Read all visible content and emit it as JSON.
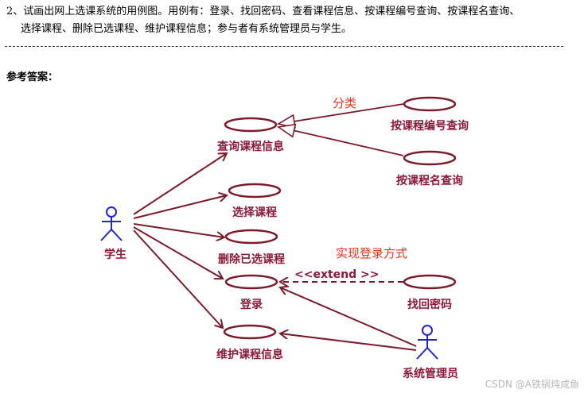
{
  "question": {
    "line1": "2、试画出网上选课系统的用例图。用例有：登录、找回密码、查看课程信息、按课程编号查询、按课程名查询、",
    "line2": "选择课程、删除已选课程、维护课程信息；参与者有系统管理员与学生。"
  },
  "answer_label": "参考答案：",
  "actors": {
    "student": "学生",
    "admin": "系统管理员"
  },
  "use_cases": {
    "view_course_info": "查询课程信息",
    "select_course": "选择课程",
    "delete_selected_course": "删除已选课程",
    "login": "登录",
    "maintain_course_info": "维护课程信息",
    "query_by_course_number": "按课程编号查询",
    "query_by_course_name": "按课程名查询",
    "retrieve_password": "找回密码"
  },
  "notes": {
    "classification": "分类",
    "login_method": "实现登录方式",
    "extend": "<<extend >>"
  },
  "colors": {
    "relation": "#7b1a2a",
    "usecase_label": "#8b1a3a",
    "actor": "#2323d0",
    "note": "#e8321e"
  },
  "watermark": "CSDN @A铁锅炖咸鱼"
}
